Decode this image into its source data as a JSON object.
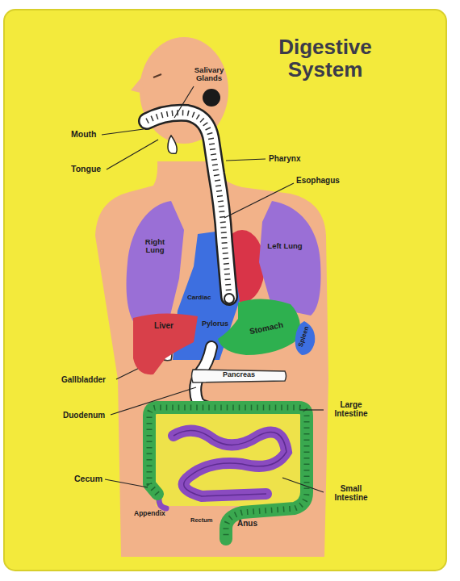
{
  "diagram": {
    "title": "Digestive System",
    "nodes": [
      {
        "text": [
          "Right Lung"
        ]
      },
      {
        "text": [
          "Left Lung"
        ]
      },
      {
        "text": [
          "Liver"
        ]
      },
      {
        "text": [
          "Stomach"
        ]
      },
      {
        "text": [
          "Spleen"
        ]
      },
      {
        "text": [
          "Pancreas"
        ]
      }
    ],
    "labels": [
      "Salivary Glands",
      "Mouth",
      "Tongue",
      "Pharynx",
      "Esophagus",
      "Cardiac",
      "Pylorus",
      "Gallbladder",
      "Duodenum",
      "Large Intestine",
      "Cecum",
      "Small Intestine",
      "Appendix",
      "Rectum",
      "Anus"
    ]
  }
}
